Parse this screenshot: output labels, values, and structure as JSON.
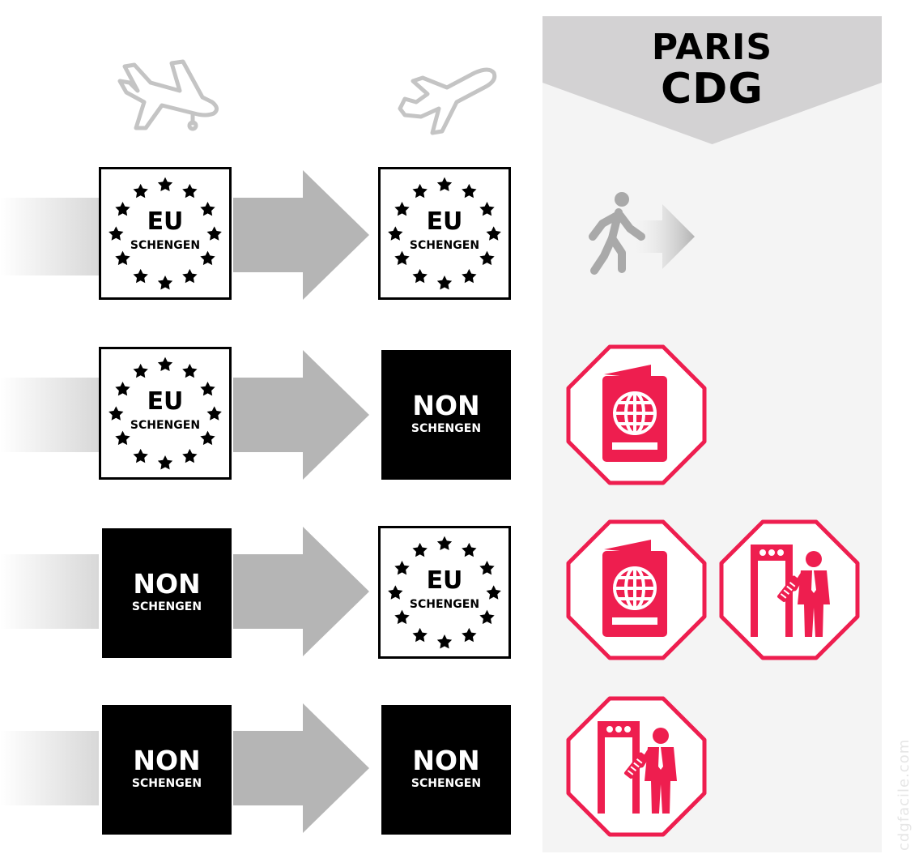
{
  "header": {
    "line1": "PARIS",
    "line2": "CDG"
  },
  "zone_labels": {
    "eu": {
      "main": "EU",
      "sub": "SCHENGEN"
    },
    "non": {
      "main": "NON",
      "sub": "SCHENGEN"
    }
  },
  "rows": [
    {
      "origin": "eu",
      "destination": "eu",
      "cdg_steps": [
        "walk-through-icon"
      ]
    },
    {
      "origin": "eu",
      "destination": "non",
      "cdg_steps": [
        "passport-control-icon"
      ]
    },
    {
      "origin": "non",
      "destination": "eu",
      "cdg_steps": [
        "passport-control-icon",
        "security-check-icon"
      ]
    },
    {
      "origin": "non",
      "destination": "non",
      "cdg_steps": [
        "security-check-icon"
      ]
    }
  ],
  "icons": {
    "arrival": "airplane-landing-icon",
    "departure": "airplane-takeoff-icon"
  },
  "colors": {
    "accent": "#ee1e4f",
    "panel": "#f4f4f4",
    "banner": "#d3d2d3",
    "arrow": "#b5b5b5"
  },
  "watermark": "cdgfacile.com"
}
